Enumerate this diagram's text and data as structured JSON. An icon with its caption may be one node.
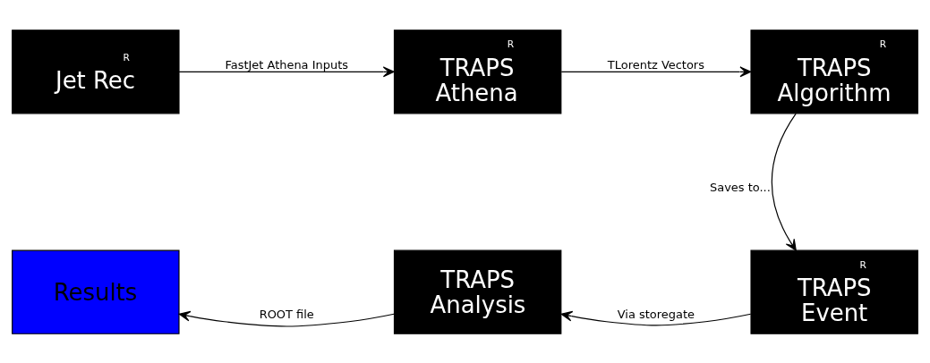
{
  "diagram": {
    "nodes": [
      {
        "text": [
          "R",
          "Jet Rec"
        ]
      },
      {
        "text": [
          "R",
          "TRAPS Athena"
        ]
      },
      {
        "text": [
          "R",
          "TRAPS Algorithm"
        ]
      },
      {
        "text": [
          "R",
          "TRAPS Event"
        ]
      },
      {
        "text": [
          "TRAPS Analysis"
        ]
      },
      {
        "text": [
          "Results"
        ]
      }
    ],
    "edges": [
      {
        "from": 0,
        "to": 1,
        "arrow": "to",
        "label": "FastJet Athena Inputs"
      },
      {
        "from": 1,
        "to": 2,
        "arrow": "to",
        "label": "TLorentz Vectors"
      },
      {
        "from": 2,
        "to": 3,
        "arrow": "to",
        "label": "Saves to..."
      },
      {
        "from": 3,
        "to": 4,
        "arrow": "to",
        "label": "Via storegate"
      },
      {
        "from": 4,
        "to": 5,
        "arrow": "to",
        "label": "ROOT file"
      }
    ]
  }
}
